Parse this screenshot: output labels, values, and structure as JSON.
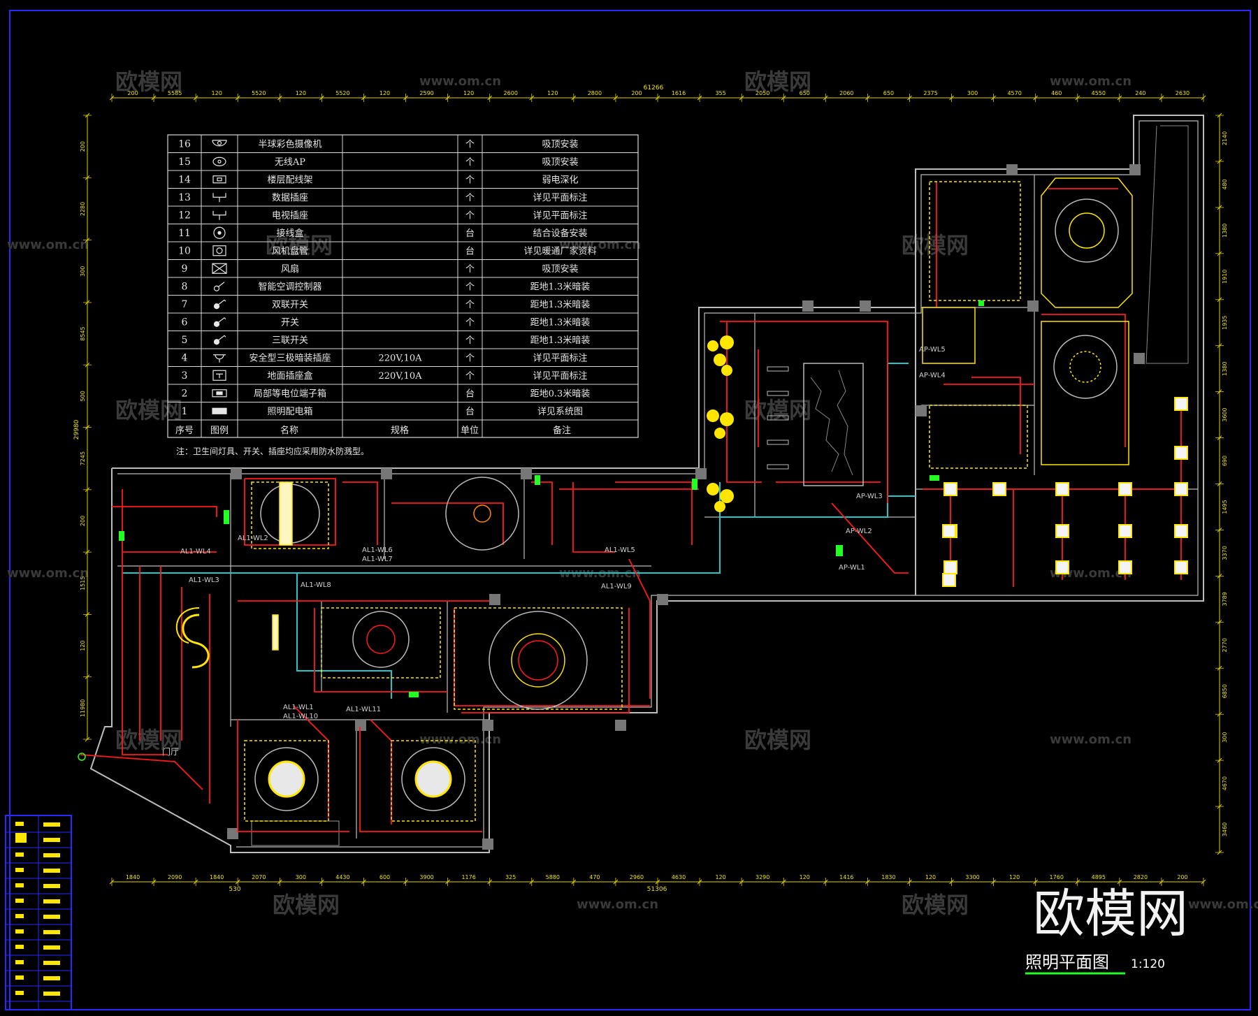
{
  "watermarks": {
    "site_cn": "欧模网",
    "site_url": "www.om.cn"
  },
  "logo": {
    "text": "欧模网"
  },
  "title": {
    "name": "照明平面图",
    "scale": "1:120"
  },
  "dims": {
    "top_total": "61266",
    "top": [
      "200",
      "5585",
      "120",
      "5520",
      "120",
      "5520",
      "120",
      "2590",
      "120",
      "2600",
      "120",
      "2800",
      "200",
      "1616",
      "355",
      "2050",
      "650",
      "2060",
      "650",
      "2375",
      "300",
      "4570",
      "460",
      "4550",
      "240",
      "2630"
    ],
    "bottom_total": "51306",
    "bottom": [
      "1840",
      "2090",
      "1840",
      "2070",
      "300",
      "4430",
      "600",
      "3900",
      "1176",
      "325",
      "5880",
      "470",
      "2960",
      "4630",
      "120",
      "3290",
      "120",
      "1416",
      "1830",
      "120",
      "3300",
      "120",
      "1760",
      "4895",
      "2820",
      "200"
    ],
    "bottom_sub": "530",
    "left_total": "29980",
    "left": [
      "200",
      "2280",
      "300",
      "8545",
      "500",
      "7245",
      "200",
      "1515",
      "120",
      "11980"
    ],
    "right": [
      "2140",
      "480",
      "1380",
      "1910",
      "1935",
      "1380",
      "3600",
      "690",
      "1495",
      "3370",
      "3789",
      "2770",
      "6850",
      "300",
      "4670",
      "3460"
    ]
  },
  "legend_table": {
    "headers": {
      "seq": "序号",
      "icon": "图例",
      "name": "名称",
      "spec": "规格",
      "unit": "单位",
      "note": "备注"
    },
    "rows": [
      {
        "seq": "16",
        "icon": "hemisphere-camera-icon",
        "name": "半球彩色摄像机",
        "spec": "",
        "unit": "个",
        "note": "吸顶安装"
      },
      {
        "seq": "15",
        "icon": "wireless-ap-icon",
        "name": "无线AP",
        "spec": "",
        "unit": "个",
        "note": "吸顶安装"
      },
      {
        "seq": "14",
        "icon": "floor-distribution-frame-icon",
        "name": "楼层配线架",
        "spec": "",
        "unit": "个",
        "note": "弱电深化"
      },
      {
        "seq": "13",
        "icon": "data-socket-icon",
        "name": "数据插座",
        "spec": "",
        "unit": "个",
        "note": "详见平面标注"
      },
      {
        "seq": "12",
        "icon": "tv-socket-icon",
        "name": "电视插座",
        "spec": "",
        "unit": "个",
        "note": "详见平面标注"
      },
      {
        "seq": "11",
        "icon": "junction-box-icon",
        "name": "接线盒",
        "spec": "",
        "unit": "台",
        "note": "结合设备安装"
      },
      {
        "seq": "10",
        "icon": "fan-coil-icon",
        "name": "风机盘管",
        "spec": "",
        "unit": "台",
        "note": "详见暖通厂家资料"
      },
      {
        "seq": "9",
        "icon": "ceiling-fan-icon",
        "name": "风扇",
        "spec": "",
        "unit": "个",
        "note": "吸顶安装"
      },
      {
        "seq": "8",
        "icon": "ac-controller-icon",
        "name": "智能空调控制器",
        "spec": "",
        "unit": "个",
        "note": "距地1.3米暗装"
      },
      {
        "seq": "7",
        "icon": "double-switch-icon",
        "name": "双联开关",
        "spec": "",
        "unit": "个",
        "note": "距地1.3米暗装"
      },
      {
        "seq": "6",
        "icon": "switch-icon",
        "name": "开关",
        "spec": "",
        "unit": "个",
        "note": "距地1.3米暗装"
      },
      {
        "seq": "5",
        "icon": "triple-switch-icon",
        "name": "三联开关",
        "spec": "",
        "unit": "个",
        "note": "距地1.3米暗装"
      },
      {
        "seq": "4",
        "icon": "safety-socket-icon",
        "name": "安全型三极暗装插座",
        "spec": "220V,10A",
        "unit": "个",
        "note": "详见平面标注"
      },
      {
        "seq": "3",
        "icon": "floor-socket-icon",
        "name": "地面插座盒",
        "spec": "220V,10A",
        "unit": "个",
        "note": "详见平面标注"
      },
      {
        "seq": "2",
        "icon": "equipotential-box-icon",
        "name": "局部等电位端子箱",
        "spec": "",
        "unit": "台",
        "note": "距地0.3米暗装"
      },
      {
        "seq": "1",
        "icon": "lighting-panel-icon",
        "name": "照明配电箱",
        "spec": "",
        "unit": "台",
        "note": "详见系统图"
      }
    ],
    "footnote": "注：卫生间灯具、开关、插座均应采用防水防溅型。"
  },
  "circuit_labels": [
    "AL1-WL1",
    "AL1-WL2",
    "AL1-WL4",
    "AL1-WL3",
    "AL1-WL5",
    "AL1-WL6",
    "AL1-WL7",
    "AL1-WL8",
    "AL1-WL9",
    "AL1-WL10",
    "AL1-WL11",
    "AP-WL1",
    "AP-WL2",
    "AP-WL3",
    "AP-WL4",
    "AP-WL5"
  ],
  "room_labels": {
    "entrance": "门厅"
  },
  "colors": {
    "background": "#000000",
    "wall": "#bdbdbd",
    "wiring_red": "#ff1a1a",
    "fixture_yellow": "#ffe600",
    "dimension_yellow": "#e0d000",
    "conduit_cyan": "#22c6c6",
    "panel_green": "#22ff22",
    "frame_blue": "#2a2aff"
  }
}
